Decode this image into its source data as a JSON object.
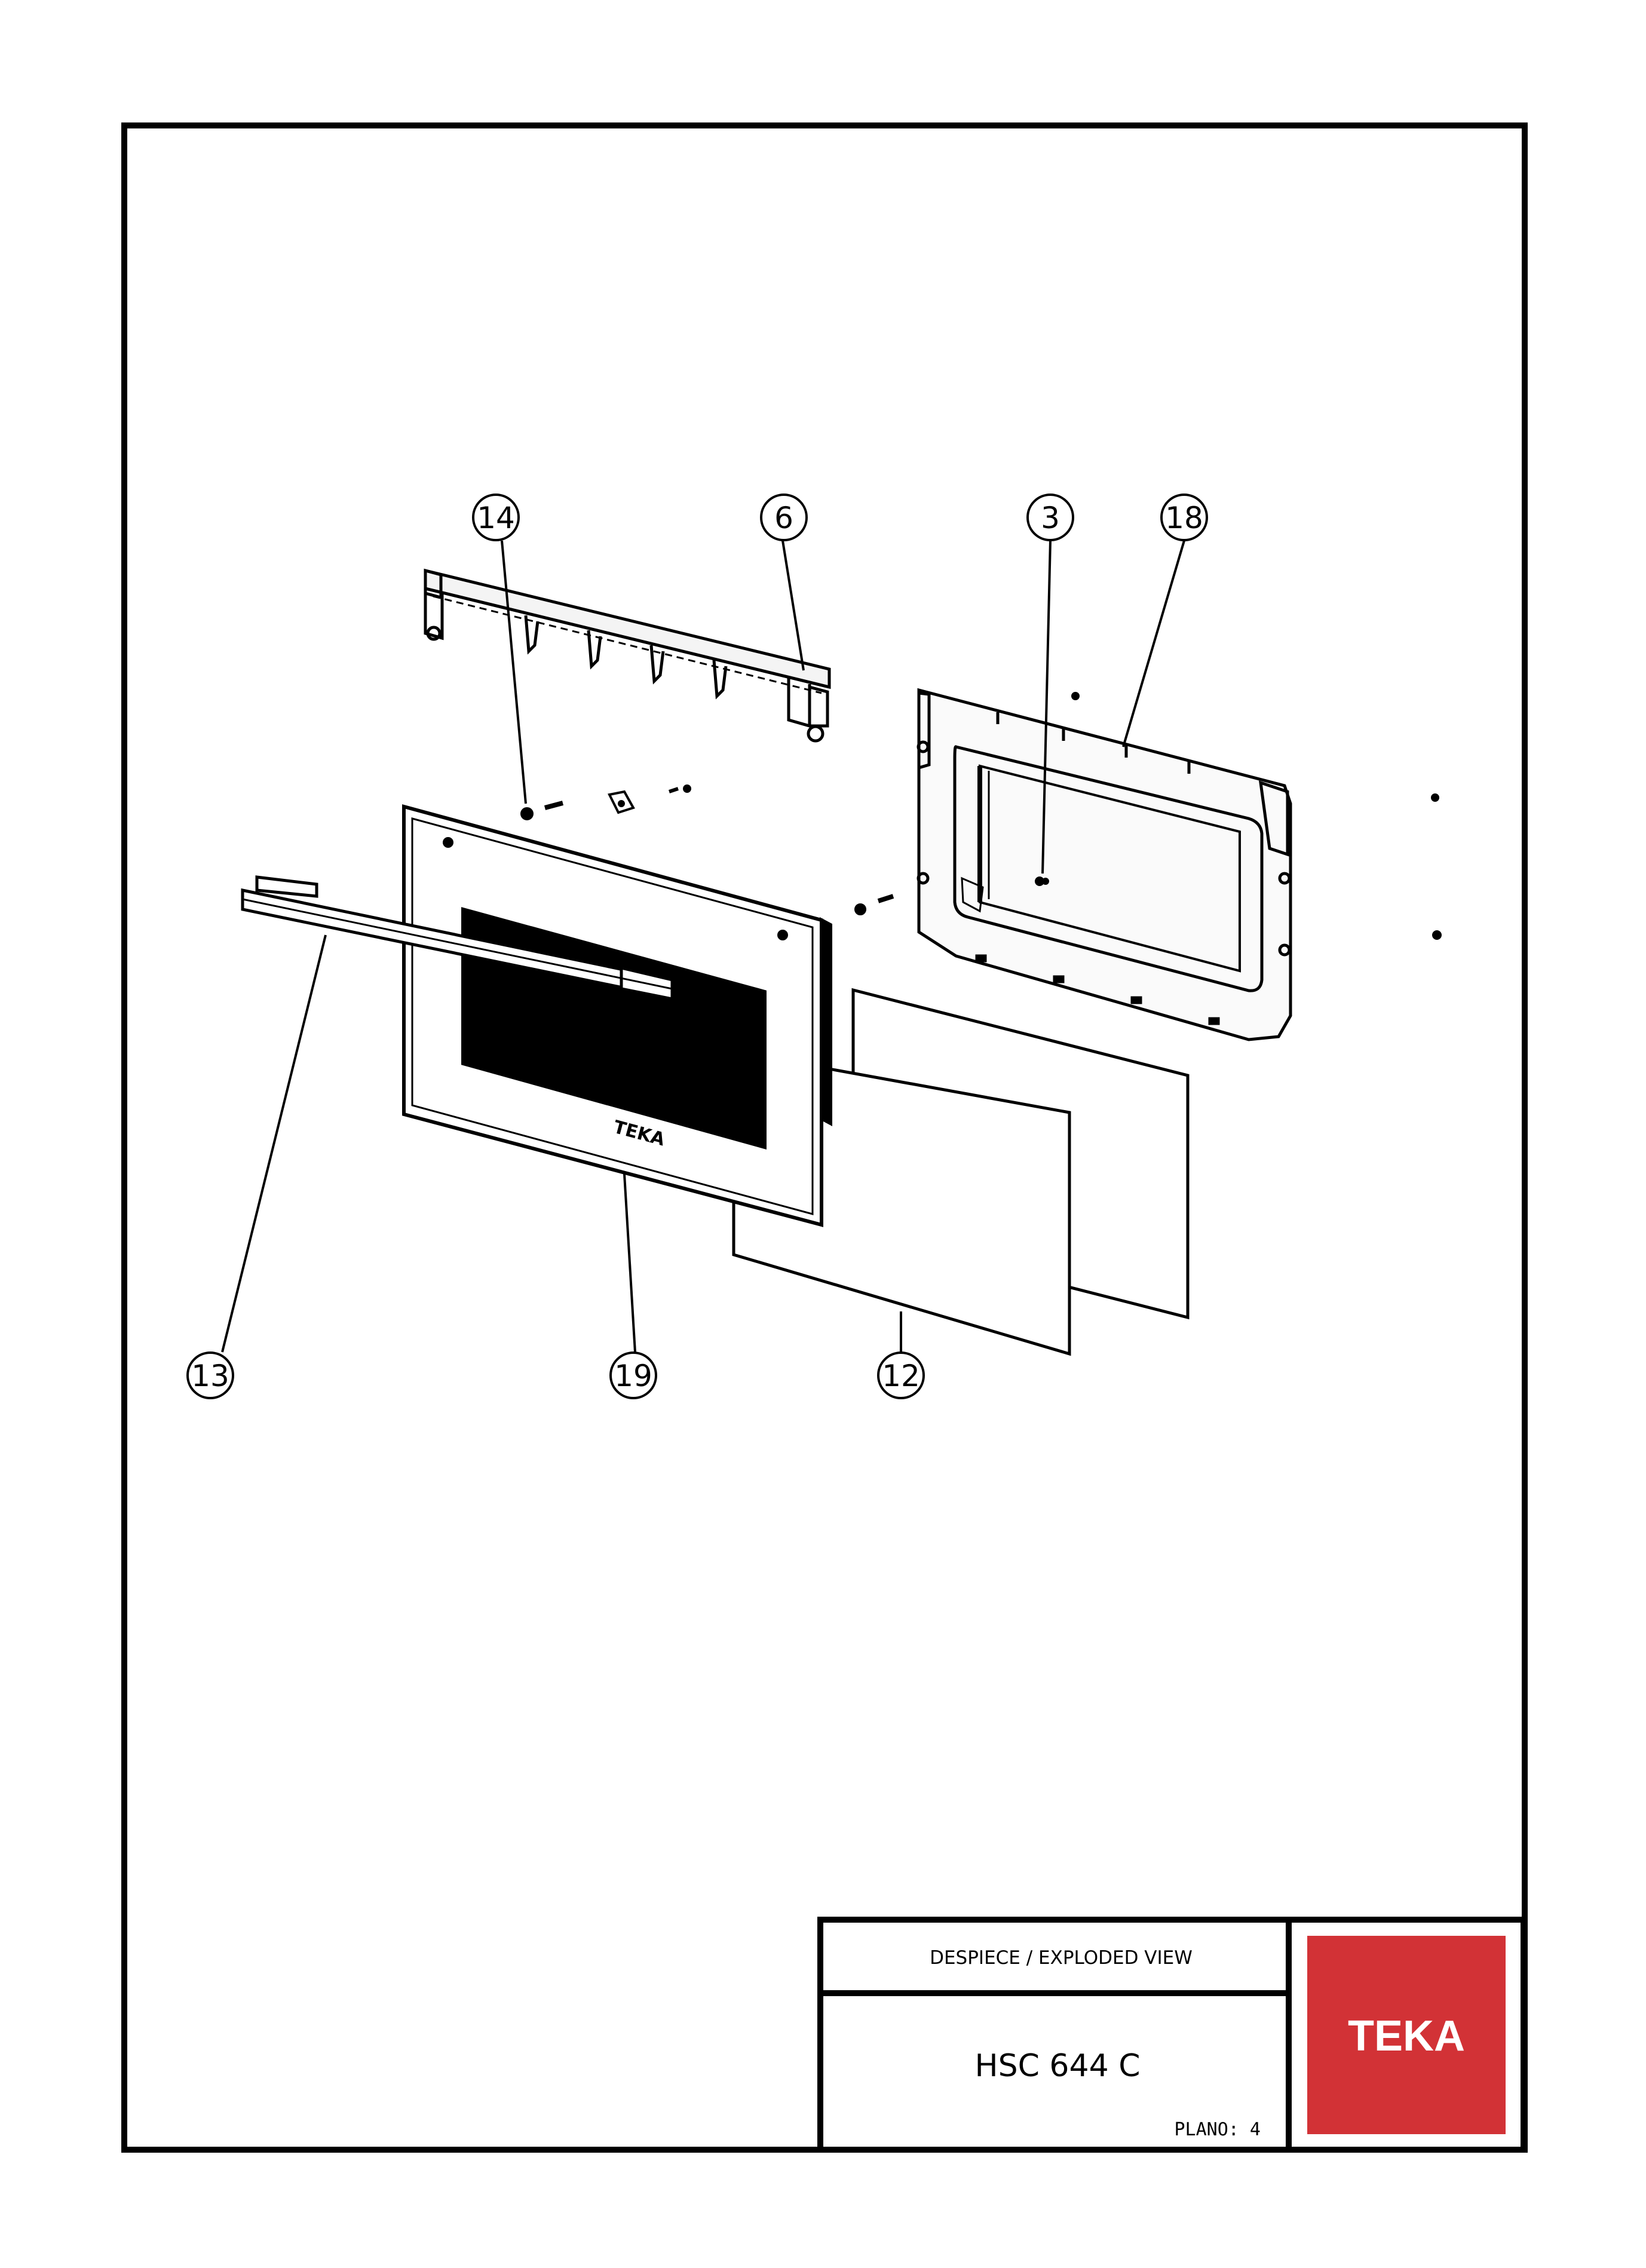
{
  "title_block": {
    "header": "DESPIECE / EXPLODED VIEW",
    "model": "HSC 644 C",
    "sheet": "PLANO: 4",
    "brand": "TEKA",
    "brand_color": "#d23236"
  },
  "callouts": [
    {
      "id": "14",
      "label": "14"
    },
    {
      "id": "6",
      "label": "6"
    },
    {
      "id": "3",
      "label": "3"
    },
    {
      "id": "18",
      "label": "18"
    },
    {
      "id": "13",
      "label": "13"
    },
    {
      "id": "19",
      "label": "19"
    },
    {
      "id": "12",
      "label": "12"
    }
  ],
  "door_logo": "TEKA"
}
